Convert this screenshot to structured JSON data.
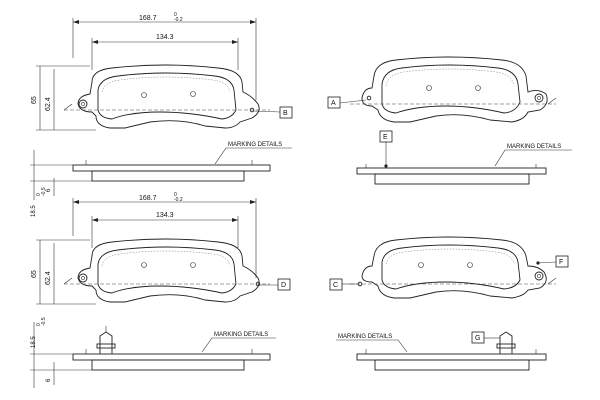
{
  "dimensions": {
    "overall_width": "168.7",
    "overall_tol": "0\n-0.2",
    "inner_width": "134.3",
    "height_outer": "65",
    "height_inner": "62.4",
    "thickness": "18.5",
    "thickness_tol": "0\n-0.5",
    "backplate": "6"
  },
  "labels": {
    "marking_details": "MARKING DETAILS"
  },
  "tags": [
    "A",
    "B",
    "C",
    "D",
    "E",
    "F",
    "G"
  ]
}
